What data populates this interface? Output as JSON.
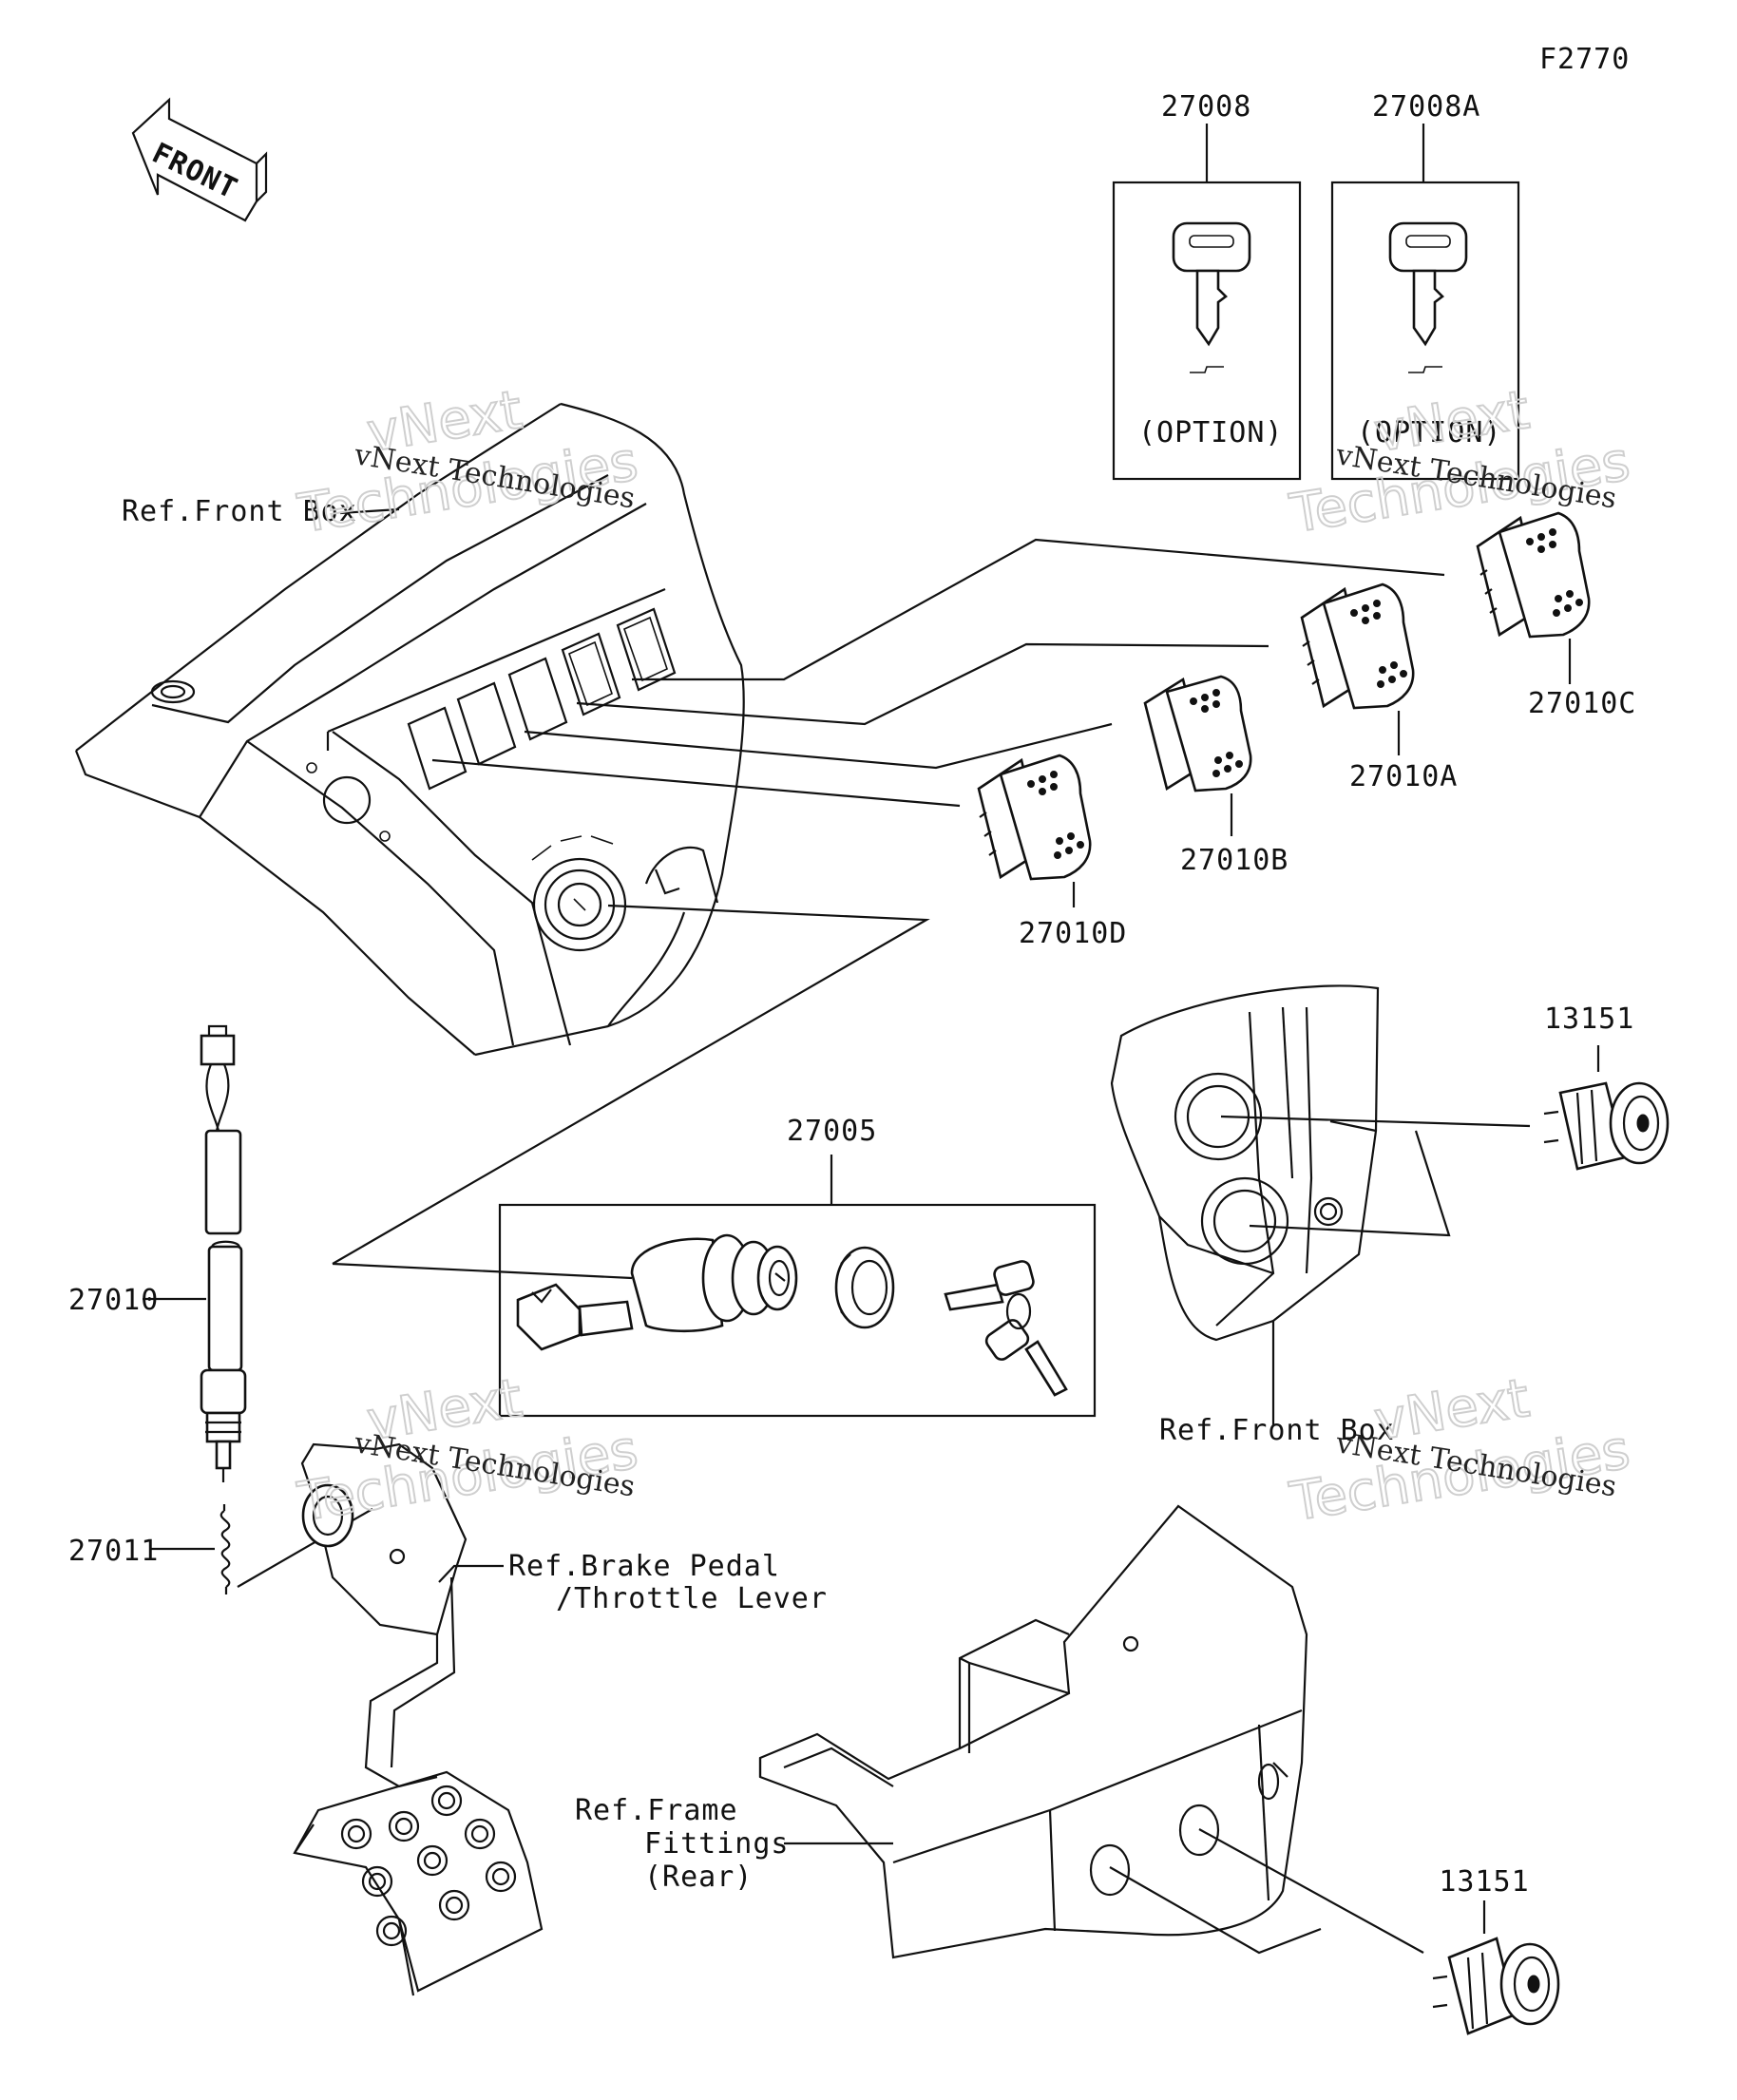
{
  "figure_code": "F2770",
  "front_arrow": {
    "label": "FRONT"
  },
  "watermark": {
    "line1": "vNext Technologies",
    "line2": "vNext",
    "line3": "Technologies"
  },
  "callouts": {
    "key_std": "27008",
    "key_alt": "27008A",
    "option_std": "(OPTION)",
    "option_alt": "(OPTION)",
    "sw_c": "27010C",
    "sw_a": "27010A",
    "sw_b": "27010B",
    "sw_d": "27010D",
    "socket_front": "13151",
    "socket_rear": "13151",
    "ign_switch": "27005",
    "brake_switch": "27010",
    "spring": "27011"
  },
  "references": {
    "front_box_top": "Ref.Front Box",
    "front_box_lower": "Ref.Front Box",
    "brake_pedal_l1": "Ref.Brake Pedal",
    "brake_pedal_l2": "/Throttle Lever",
    "frame_l1": "Ref.Frame",
    "frame_l2": "Fittings",
    "frame_l3": "(Rear)"
  }
}
